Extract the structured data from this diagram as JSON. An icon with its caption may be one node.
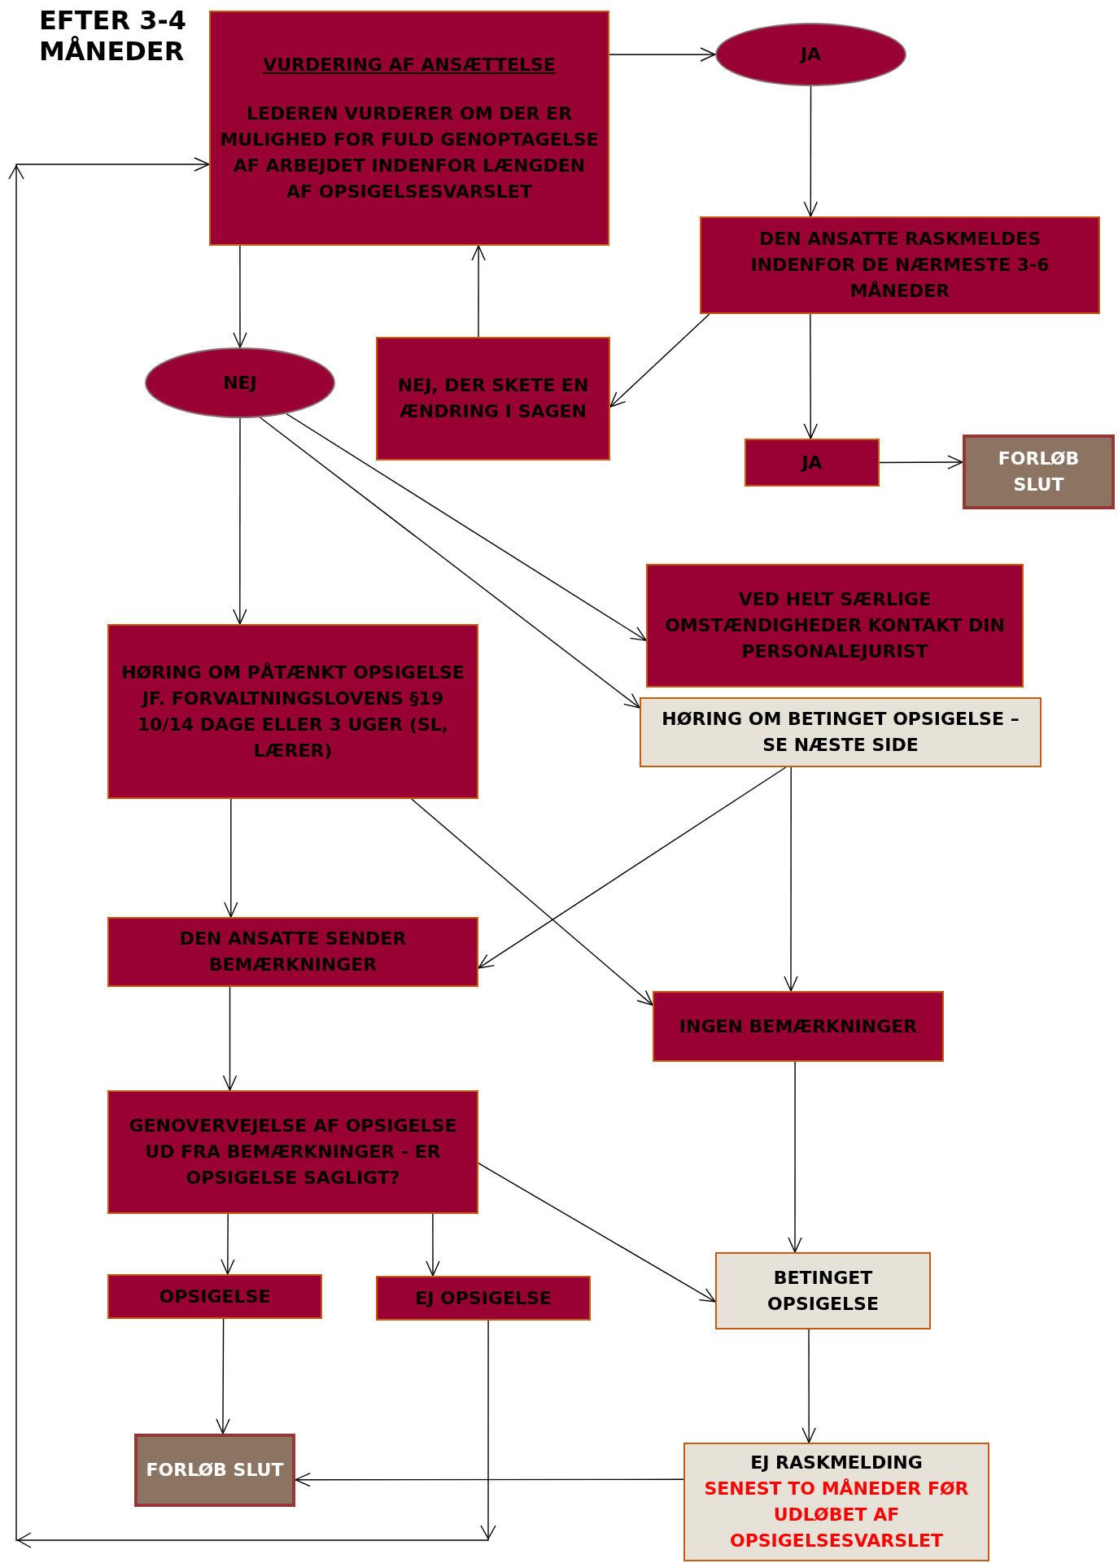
{
  "diagram": {
    "title": "EFTER 3-4 MÅNEDER",
    "nodes": [
      {
        "text": [
          "VURDERING AF ANSÆTTELSE",
          "LEDEREN VURDERER OM DER ER MULIGHED FOR FULD GENOPTAGELSE AF ARBEJDET INDENFOR LÆNGDEN AF OPSIGELSESVARSLET"
        ]
      },
      {
        "text": [
          "JA"
        ]
      },
      {
        "text": [
          "DEN ANSATTE RASKMELDES INDENFOR DE NÆRMESTE 3-6 MÅNEDER"
        ]
      },
      {
        "text": [
          "NEJ"
        ]
      },
      {
        "text": [
          "NEJ, DER SKETE EN ÆNDRING I SAGEN"
        ]
      },
      {
        "text": [
          "JA"
        ]
      },
      {
        "text": [
          "FORLØB SLUT"
        ]
      },
      {
        "text": [
          "VED HELT SÆRLIGE OMSTÆNDIGHEDER KONTAKT DIN PERSONALEJURIST"
        ]
      },
      {
        "text": [
          "HØRING OM BETINGET OPSIGELSE – SE NÆSTE SIDE"
        ]
      },
      {
        "text": [
          "HØRING OM PÅTÆNKT OPSIGELSE JF. FORVALTNINGSLOVENS §19 10/14 DAGE ELLER 3 UGER (SL, LÆRER)"
        ]
      },
      {
        "text": [
          "DEN ANSATTE SENDER BEMÆRKNINGER"
        ]
      },
      {
        "text": [
          "INGEN BEMÆRKNINGER"
        ]
      },
      {
        "text": [
          "GENOVERVEJELSE AF OPSIGELSE UD FRA BEMÆRKNINGER - ER OPSIGELSE SAGLIGT?"
        ]
      },
      {
        "text": [
          "OPSIGELSE"
        ]
      },
      {
        "text": [
          "EJ OPSIGELSE"
        ]
      },
      {
        "text": [
          "BETINGET OPSIGELSE"
        ]
      },
      {
        "text": [
          "FORLØB SLUT"
        ]
      },
      {
        "text": [
          "EJ RASKMELDING",
          "SENEST TO MÅNEDER FØR UDLØBET AF OPSIGELSESVARSLET"
        ]
      }
    ],
    "edges": [
      {
        "from": 0,
        "to": 1,
        "arrow": "to"
      },
      {
        "from": 1,
        "to": 2,
        "arrow": "to"
      },
      {
        "from": 0,
        "to": 3,
        "arrow": "to"
      },
      {
        "from": 4,
        "to": 0,
        "arrow": "to"
      },
      {
        "from": 2,
        "to": 4,
        "arrow": "to"
      },
      {
        "from": 2,
        "to": 5,
        "arrow": "to"
      },
      {
        "from": 5,
        "to": 6,
        "arrow": "to"
      },
      {
        "from": 3,
        "to": 7,
        "arrow": "to"
      },
      {
        "from": 3,
        "to": 8,
        "arrow": "to"
      },
      {
        "from": 3,
        "to": 9,
        "arrow": "to"
      },
      {
        "from": 8,
        "to": 11,
        "arrow": "to"
      },
      {
        "from": 9,
        "to": 10,
        "arrow": "to"
      },
      {
        "from": 9,
        "to": 11,
        "arrow": "to"
      },
      {
        "from": 8,
        "to": 10,
        "arrow": "to"
      },
      {
        "from": 10,
        "to": 12,
        "arrow": "to"
      },
      {
        "from": 11,
        "to": 15,
        "arrow": "to"
      },
      {
        "from": 12,
        "to": 13,
        "arrow": "to"
      },
      {
        "from": 12,
        "to": 14,
        "arrow": "to"
      },
      {
        "from": 12,
        "to": 15,
        "arrow": "to"
      },
      {
        "from": 13,
        "to": 16,
        "arrow": "to"
      },
      {
        "from": 15,
        "to": 17,
        "arrow": "to"
      },
      {
        "from": 17,
        "to": 16,
        "arrow": "to"
      },
      {
        "from": 14,
        "to": 0,
        "arrow": "to"
      }
    ]
  }
}
